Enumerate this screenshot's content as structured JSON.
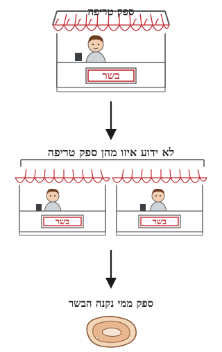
{
  "diagram": {
    "top_stall": {
      "title": "ספק טריפה",
      "sign": "בשר"
    },
    "middle": {
      "title": "לא ידוע איזו מהן ספק טריפה",
      "stalls": [
        {
          "sign": "בשר"
        },
        {
          "sign": "בשר"
        }
      ]
    },
    "bottom": {
      "caption": "ספק ממי נקנה הבשר",
      "image": "steak-icon"
    },
    "colors": {
      "awning_red": "#c0262d",
      "arrow": "#1a1a1a",
      "stall_line": "#555555",
      "skin": "#f2cfb0",
      "hair": "#6b3d22",
      "shirt": "#cfd4d9",
      "steak": "#e9b78f"
    }
  }
}
